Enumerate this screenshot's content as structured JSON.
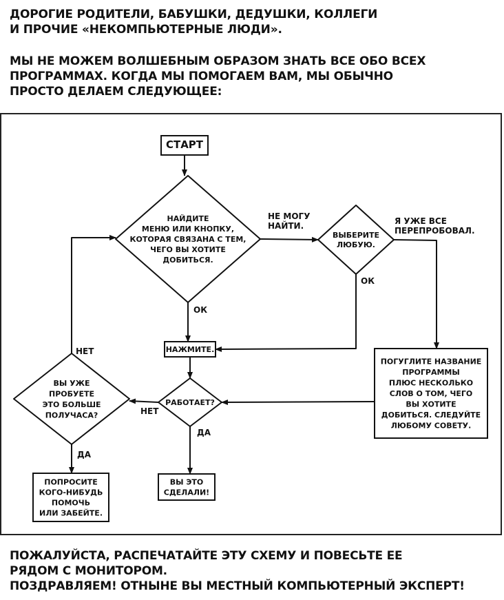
{
  "intro": {
    "paragraph1": [
      "ДОРОГИЕ РОДИТЕЛИ, БАБУШКИ, ДЕДУШКИ, КОЛЛЕГИ",
      "И ПРОЧИЕ «НЕКОМПЬЮТЕРНЫЕ ЛЮДИ»."
    ],
    "paragraph2": [
      "МЫ НЕ МОЖЕМ ВОЛШЕБНЫМ ОБРАЗОМ ЗНАТЬ ВСЕ ОБО ВСЕХ",
      "ПРОГРАММАХ. КОГДА МЫ ПОМОГАЕМ ВАМ, МЫ ОБЫЧНО",
      "ПРОСТО ДЕЛАЕМ СЛЕДУЮЩЕЕ:"
    ]
  },
  "flowchart": {
    "nodes": {
      "start": {
        "type": "box",
        "lines": [
          "СТАРТ"
        ]
      },
      "find_menu": {
        "type": "decision",
        "lines": [
          "НАЙДИТЕ",
          "МЕНЮ ИЛИ КНОПКУ,",
          "КОТОРАЯ СВЯЗАНА С ТЕМ,",
          "ЧЕГО ВЫ ХОТИТЕ",
          "ДОБИТЬСЯ."
        ]
      },
      "pick_any": {
        "type": "decision",
        "lines": [
          "ВЫБЕРИТЕ",
          "ЛЮБУЮ."
        ]
      },
      "google": {
        "type": "box",
        "lines": [
          "ПОГУГЛИТЕ НАЗВАНИЕ",
          "ПРОГРАММЫ",
          "ПЛЮС НЕСКОЛЬКО",
          "СЛОВ О ТОМ, ЧЕГО",
          "ВЫ ХОТИТЕ",
          "ДОБИТЬСЯ. СЛЕДУЙТЕ",
          "ЛЮБОМУ СОВЕТУ."
        ]
      },
      "click": {
        "type": "box",
        "lines": [
          "НАЖМИТЕ."
        ]
      },
      "works": {
        "type": "decision",
        "lines": [
          "РАБОТАЕТ?"
        ]
      },
      "half_hour": {
        "type": "decision",
        "lines": [
          "ВЫ УЖЕ",
          "ПРОБУЕТЕ",
          "ЭТО БОЛЬШЕ",
          "ПОЛУЧАСА?"
        ]
      },
      "ask_someone": {
        "type": "box",
        "lines": [
          "ПОПРОСИТЕ",
          "КОГО-НИБУДЬ",
          "ПОМОЧЬ",
          "ИЛИ ЗАБЕЙТЕ."
        ]
      },
      "done": {
        "type": "box",
        "lines": [
          "ВЫ ЭТО",
          "СДЕЛАЛИ!"
        ]
      }
    },
    "edge_labels": {
      "cant_find": [
        "НЕ МОГУ",
        "НАЙТИ."
      ],
      "tried_all": [
        "Я УЖЕ ВСЕ",
        "ПЕРЕПРОБОВАЛ."
      ],
      "ok_find": "ОК",
      "ok_pick": "ОК",
      "no_works": "НЕТ",
      "yes_works": "ДА",
      "no_half_hour": "НЕТ",
      "yes_half_hour": "ДА"
    }
  },
  "outro": {
    "lines": [
      "ПОЖАЛУЙСТА, РАСПЕЧАТАЙТЕ ЭТУ СХЕМУ И ПОВЕСЬТЕ ЕЕ",
      "РЯДОМ С МОНИТОРОМ.",
      "ПОЗДРАВЛЯЕМ! ОТНЫНЕ ВЫ МЕСТНЫЙ КОМПЬЮТЕРНЫЙ ЭКСПЕРТ!"
    ]
  },
  "colors": {
    "ink": "#111111",
    "paper": "#ffffff"
  }
}
